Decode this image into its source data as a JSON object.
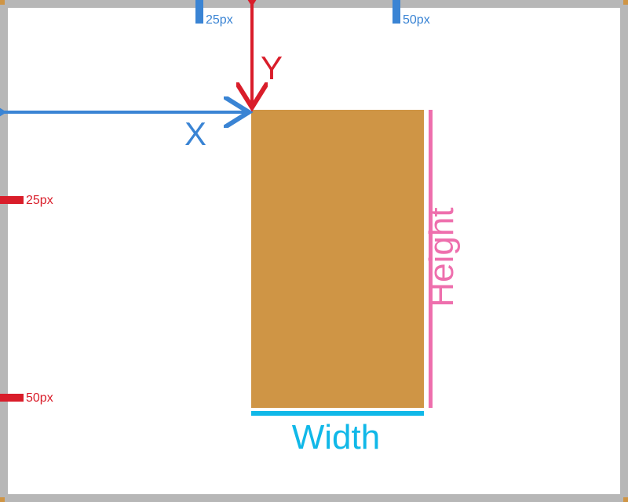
{
  "diagram": {
    "labels": {
      "x": "X",
      "y": "Y",
      "width": "Width",
      "height": "Height"
    },
    "top_ticks": [
      "25px",
      "50px"
    ],
    "left_ticks": [
      "25px",
      "50px"
    ],
    "colors": {
      "frame": "#b7b7b7",
      "box": "#cf9545",
      "x_arrow": "#3a84d4",
      "y_arrow": "#d91d2a",
      "width_line": "#10b8e8",
      "height_line": "#ee6fad",
      "top_tick": "#3a84d4",
      "left_tick": "#d91d2a"
    }
  }
}
